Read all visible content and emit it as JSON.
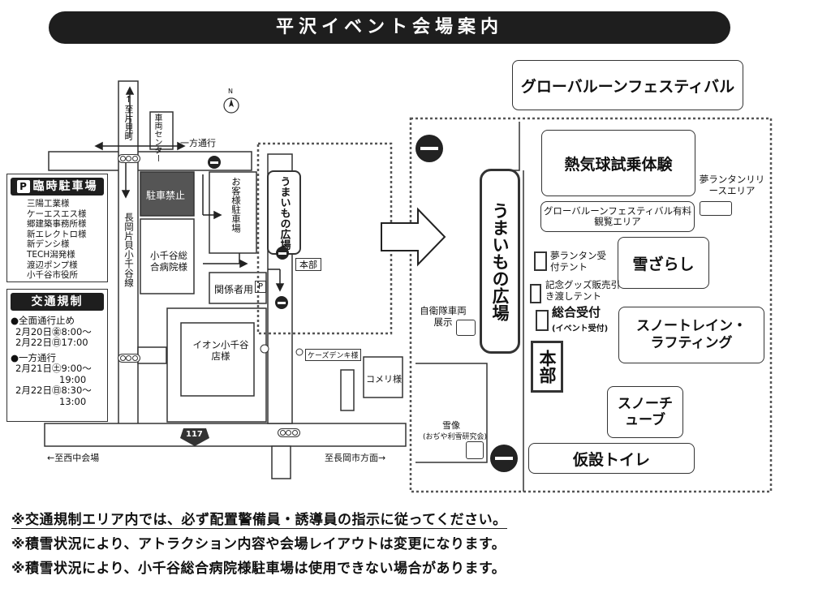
{
  "title": "平沢イベント会場案内",
  "left_map": {
    "to_katakaimachi": "↑至片貝町",
    "car_center": "車両センター",
    "one_way_label": "一方通行",
    "no_parking": "駐車禁止",
    "nagaoka_line": "長岡片貝小千谷線",
    "customer_parking": "お客様駐車場",
    "umaimono_small": "うまいもの広場",
    "honbu_small": "本部",
    "hospital": "小千谷総合病院様",
    "staff_parking": "関係者用",
    "parking_symbol": "P",
    "aeon": "イオン小千谷店様",
    "kdenki": "ケーズデンキ様",
    "komeri": "コメリ様",
    "route_number": "117",
    "to_nishinaka": "←至西中会場",
    "to_nagaoka": "至長岡市方面→",
    "compass": "N"
  },
  "legend_parking": {
    "title": "臨時駐車場",
    "icon": "P",
    "items": [
      "三陽工業様",
      "ケーエスエス様",
      "郷建築事務所様",
      "新エレクトロ様",
      "新デンシ様",
      "TECH潟発様",
      "渡辺ポンプ様",
      "小千谷市役所"
    ]
  },
  "legend_traffic": {
    "title": "交通規制",
    "closure_label": "●全面通行止め",
    "closure_lines": [
      "2月20日㊎8:00～",
      "2月22日㊐17:00"
    ],
    "oneway_label": "●一方通行",
    "oneway_lines": [
      "2月21日㊏9:00～",
      "19:00",
      "2月22日㊐8:30～",
      "13:00"
    ]
  },
  "right_map": {
    "global_balloon": "グローバルーンフェスティバル",
    "umaimono": "うまいもの広場",
    "balloon_ride": "熱気球試乗体験",
    "lantern_release": "夢ランタンリリースエリア",
    "paid_viewing": "グローバルーンフェスティバル有料観覧エリア",
    "lantern_tent": "夢ランタン受付テント",
    "snow_slide": "雪ざらし",
    "goods_tent": "記念グッズ販売引き渡しテント",
    "general_reception": "総合受付",
    "event_reception": "(イベント受付)",
    "sdf_vehicle": "自衛隊車両展示",
    "snow_train": "スノートレイン・ラフティング",
    "honbu": "本部",
    "snow_tube": "スノーチューブ",
    "snow_statue": "雪像",
    "snow_statue_sub": "(おぢや利雪研究会)",
    "toilet": "仮設トイレ"
  },
  "notes": [
    "※交通規制エリア内では、必ず配置警備員・誘導員の指示に従ってください。",
    "※積雪状況により、アトラクション内容や会場レイアウトは変更になります。",
    "※積雪状況により、小千谷総合病院様駐車場は使用できない場合があります。"
  ]
}
